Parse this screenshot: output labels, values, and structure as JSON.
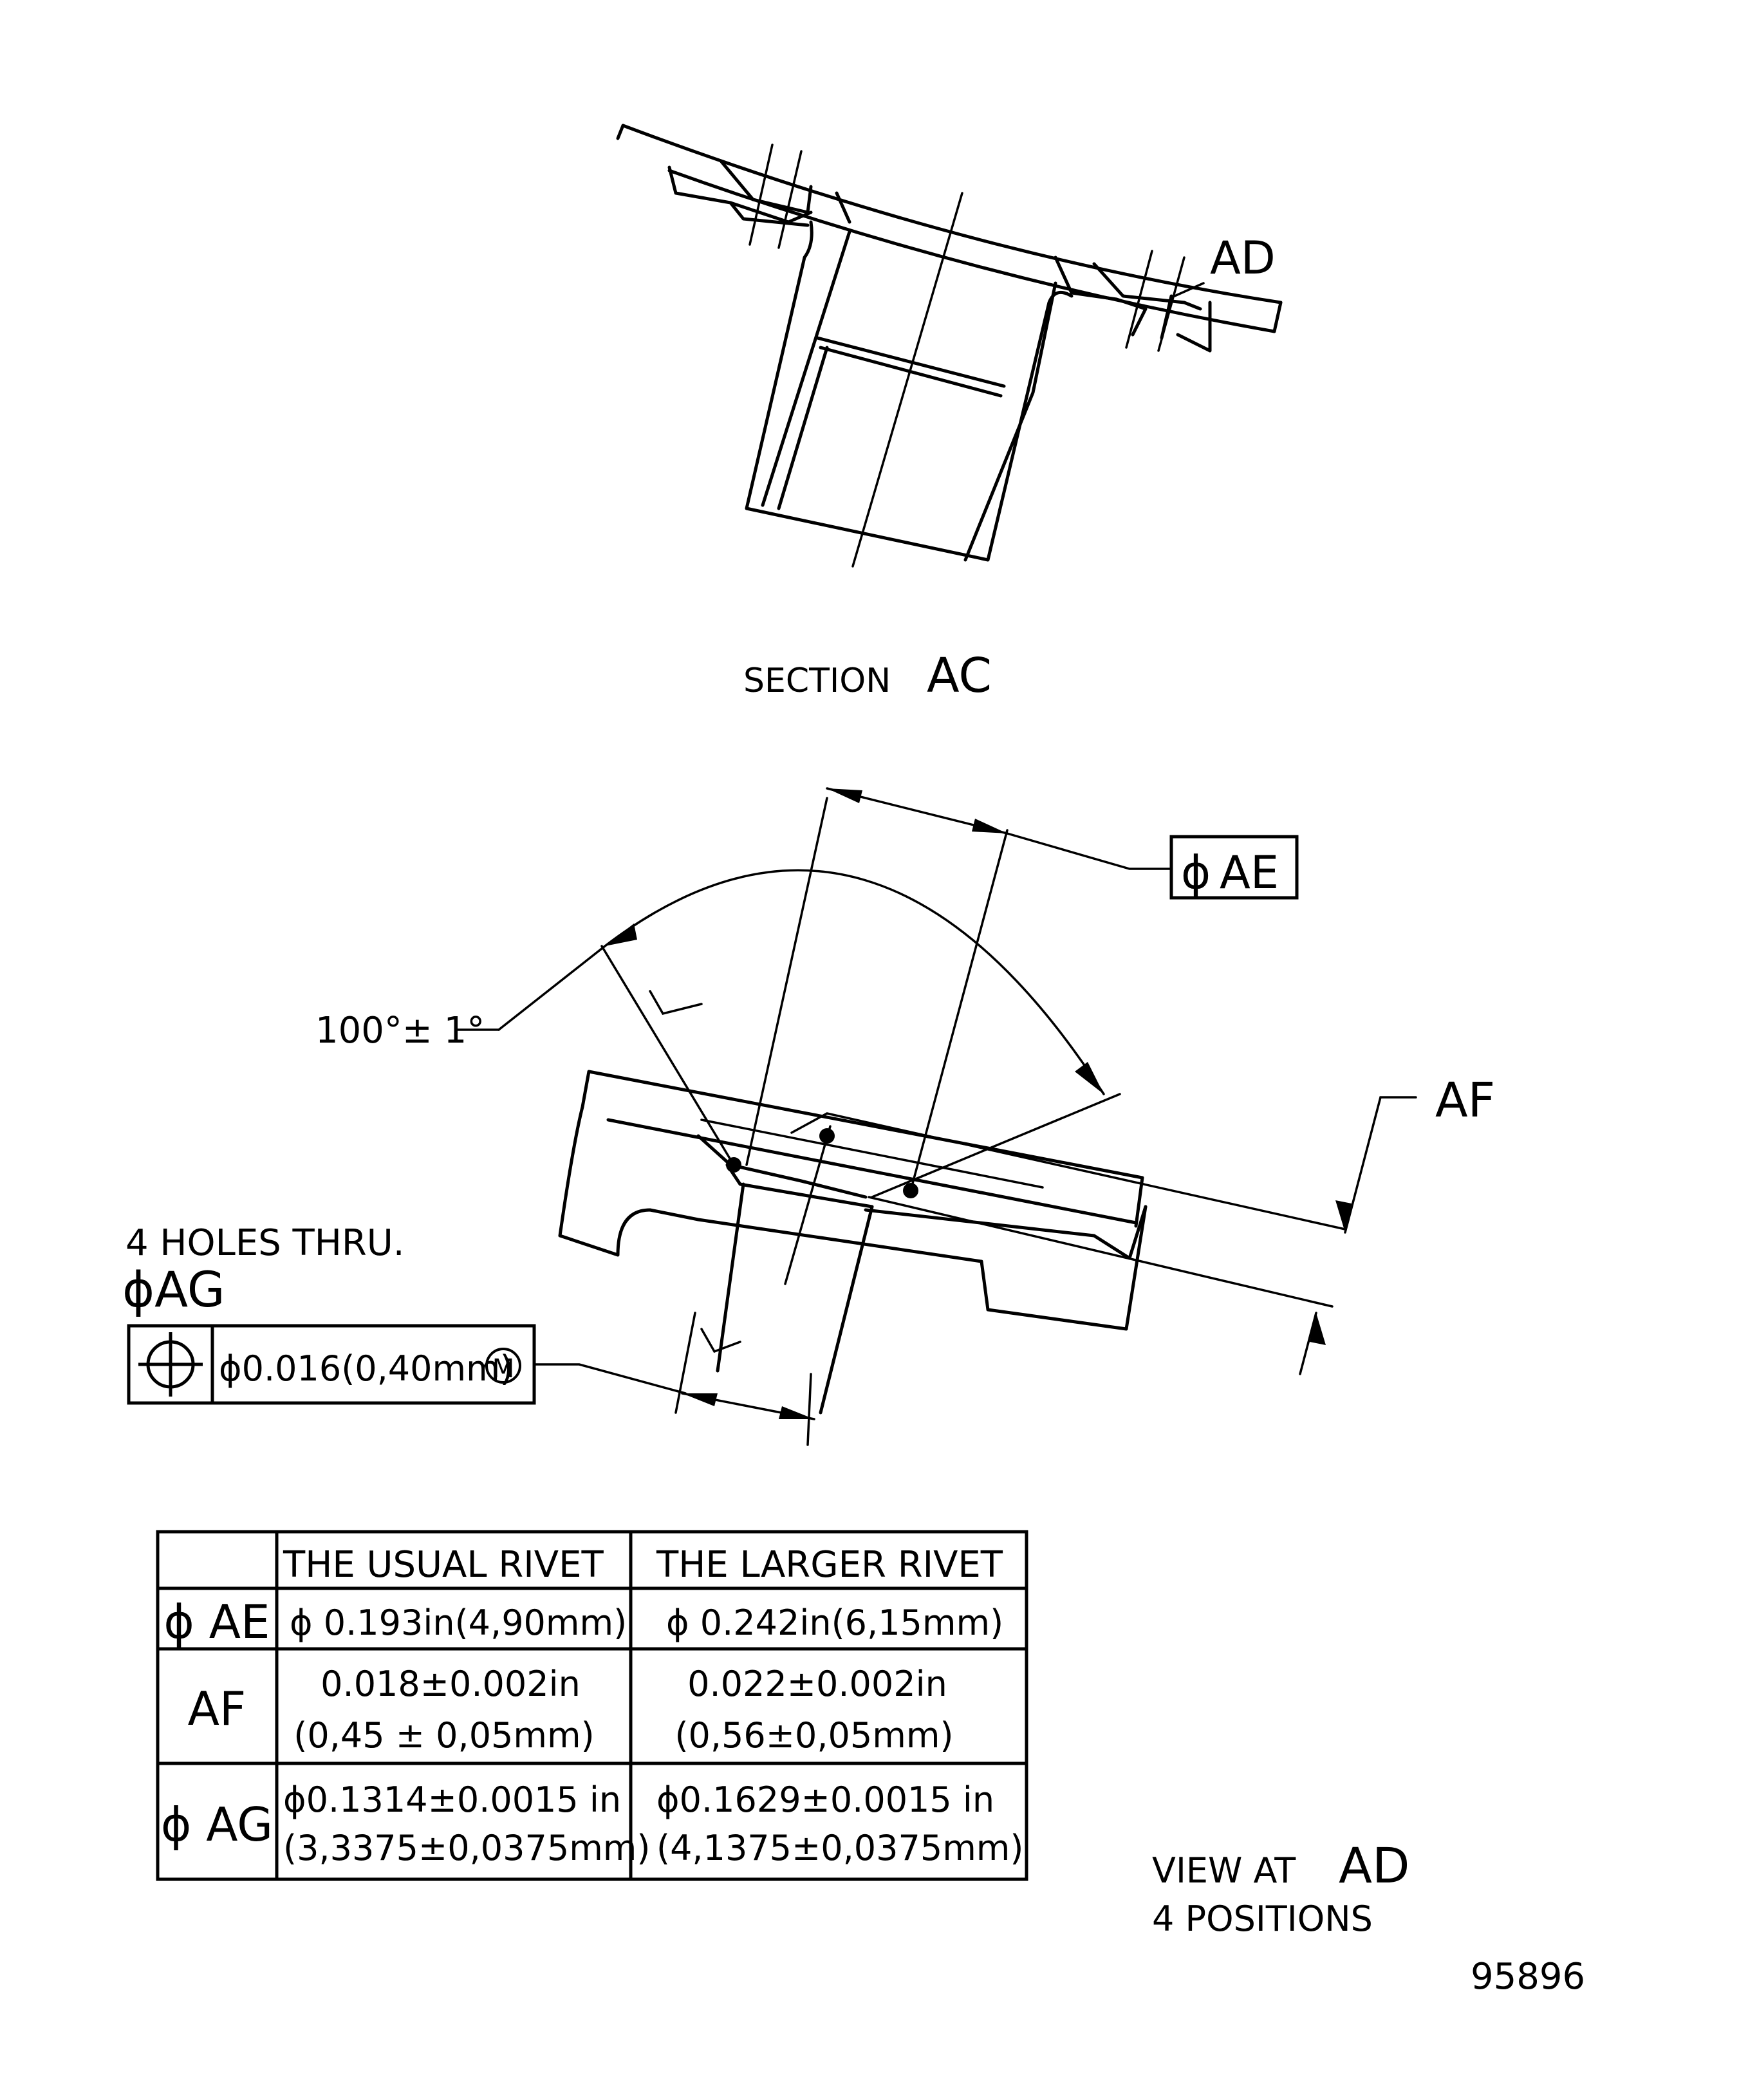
{
  "section": {
    "label_prefix": "SECTION",
    "label_id": "AC",
    "callout_ad": "AD"
  },
  "view": {
    "dim_ae_symbol": "ϕ",
    "dim_ae_label": "AE",
    "angle_label": "100°± 1°",
    "dim_af_label": "AF",
    "holes_note": "4 HOLES THRU.",
    "hole_diameter_label": "ϕAG",
    "fcf": {
      "tolerance": "ϕ0.016(0,40mm)",
      "modifier": "M"
    },
    "caption_prefix": "VIEW AT",
    "caption_id": "AD",
    "caption_line2": "4 POSITIONS"
  },
  "table": {
    "headers": [
      "",
      "THE USUAL RIVET",
      "THE LARGER RIVET"
    ],
    "rows": [
      {
        "label": "ϕ AE",
        "usual": [
          "ϕ 0.193in(4,90mm)"
        ],
        "larger": [
          "ϕ 0.242in(6,15mm)"
        ]
      },
      {
        "label": "AF",
        "usual": [
          "0.018±0.002in",
          "(0,45 ± 0,05mm)"
        ],
        "larger": [
          "0.022±0.002in",
          "(0,56±0,05mm)"
        ]
      },
      {
        "label": "ϕ AG",
        "usual": [
          "ϕ0.1314±0.0015 in",
          "(3,3375±0,0375mm)"
        ],
        "larger": [
          "ϕ0.1629±0.0015 in",
          "(4,1375±0,0375mm)"
        ]
      }
    ]
  },
  "drawing_number": "95896"
}
